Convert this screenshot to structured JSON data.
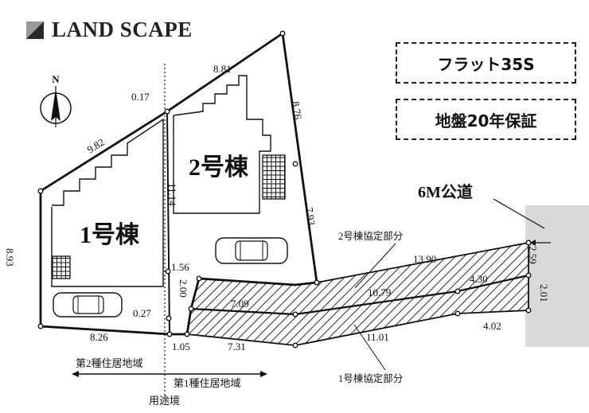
{
  "brand": {
    "name": "LAND SCAPE"
  },
  "badges": [
    "フラット35S",
    "地盤20年保証"
  ],
  "compass": {
    "label": "N"
  },
  "lots": {
    "lot1": "1号棟",
    "lot2": "2号棟"
  },
  "road": {
    "label": "6M公道"
  },
  "areas": {
    "lot2_shared": "2号棟協定部分",
    "lot1_shared": "1号棟協定部分"
  },
  "zoning": {
    "zone2": "第2種住居地域",
    "zone1": "第1種住居地域",
    "boundary": "用途境"
  },
  "dimensions": [
    "8.81",
    "8.76",
    "0.17",
    "9.82",
    "11.14",
    "7.93",
    "8.93",
    "1.56",
    "2.00",
    "0.27",
    "8.26",
    "1.05",
    "7.31",
    "7.09",
    "10.79",
    "13.90",
    "4.30",
    "11.01",
    "4.02",
    "2.59",
    "2.01"
  ],
  "colors": {
    "line": "#111111",
    "road": "#d9d9d9"
  }
}
